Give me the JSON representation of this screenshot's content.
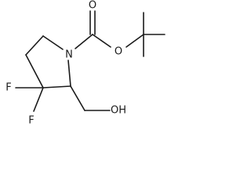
{
  "molecule": {
    "atoms": {
      "n1": "N",
      "o_carbonyl": "O",
      "o_ester": "O",
      "f_upper": "F",
      "f_lower": "F",
      "oh": "OH"
    }
  }
}
